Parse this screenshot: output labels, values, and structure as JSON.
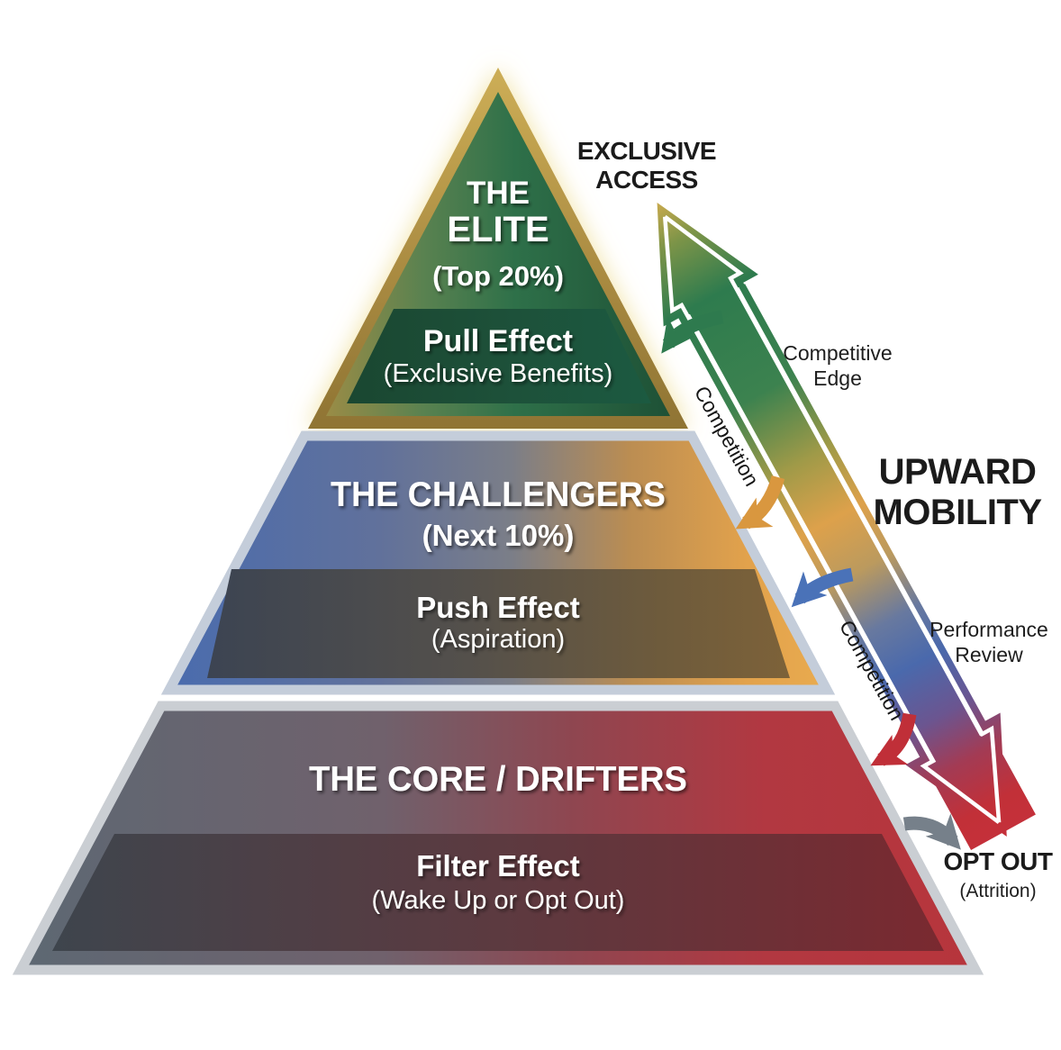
{
  "pyramid": {
    "tier_elite": {
      "name_lines": [
        "THE",
        "ELITE"
      ],
      "share": "(Top 20%)",
      "effect": "Pull Effect",
      "effect_detail": "(Exclusive Benefits)"
    },
    "tier_challengers": {
      "name": "THE CHALLENGERS",
      "share": "(Next 10%)",
      "effect": "Push Effect",
      "effect_detail": "(Aspiration)"
    },
    "tier_core": {
      "name": "THE CORE / DRIFTERS",
      "effect": "Filter Effect",
      "effect_detail": "(Wake Up or Opt Out)"
    }
  },
  "annotations": {
    "exclusive_access_lines": [
      "EXCLUSIVE",
      "ACCESS"
    ],
    "competitive_edge_lines": [
      "Competitive",
      "Edge"
    ],
    "upward_mobility_lines": [
      "UPWARD",
      "MOBILITY"
    ],
    "performance_review_lines": [
      "Performance",
      "Review"
    ],
    "competition_upper": "Competition",
    "competition_lower": "Competition",
    "opt_out": "OPT OUT",
    "opt_out_detail": "(Attrition)"
  },
  "colors": {
    "elite_green": "#2e7b4e",
    "elite_band_green": "#1c4f38",
    "gold_border": "#ab8c42",
    "challengers_blue": "#4a6cae",
    "challengers_orange": "#e2a24c",
    "core_gray": "#5d6873",
    "core_red": "#b7353c",
    "silver_border": "#c9ced6",
    "arrow_green": "#2e7b4e",
    "arrow_orange": "#dda14b",
    "arrow_blue": "#4a69ac",
    "arrow_red": "#c23038",
    "arrow_gray": "#76808a",
    "text_dark": "#1b1b1b",
    "text_light": "#ffffff"
  }
}
